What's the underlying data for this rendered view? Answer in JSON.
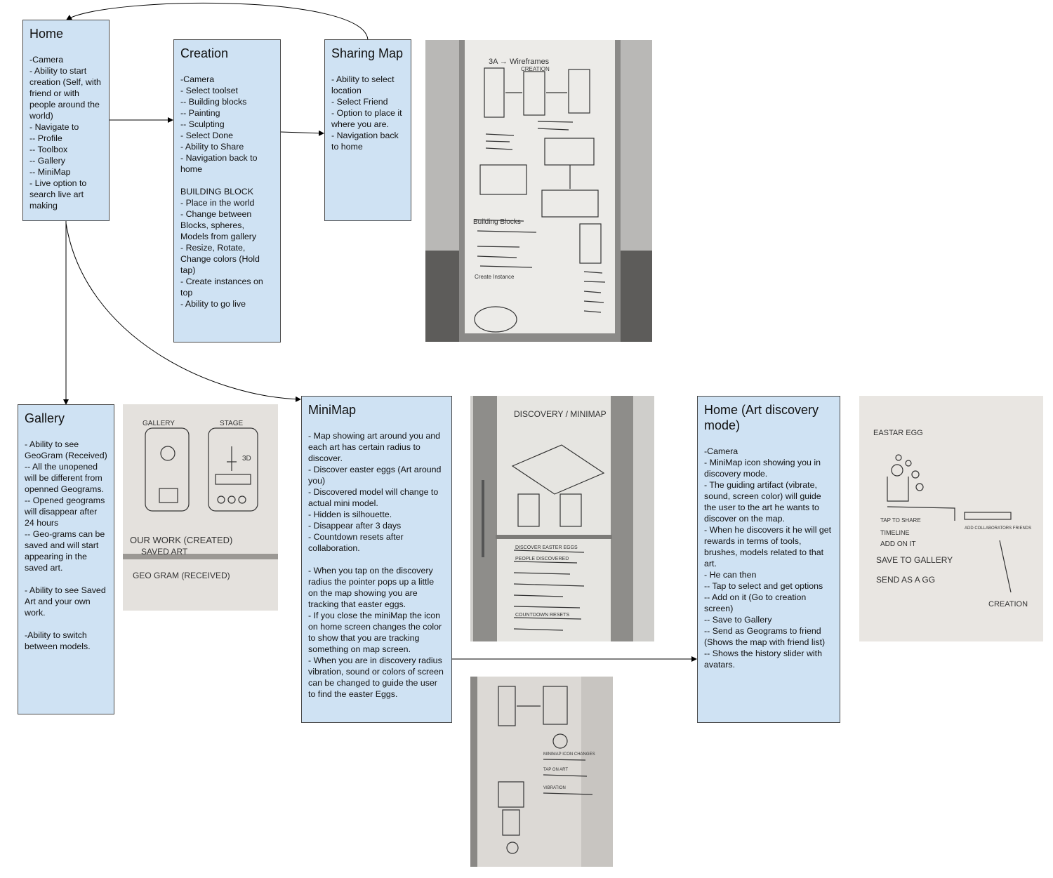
{
  "boxes": {
    "home": {
      "title": "Home",
      "body": "-Camera\n- Ability to start creation (Self, with friend or with people around the world)\n- Navigate to\n-- Profile\n-- Toolbox\n-- Gallery\n-- MiniMap\n- Live option to search live art making"
    },
    "creation": {
      "title": "Creation",
      "body": "-Camera\n- Select toolset\n-- Building blocks\n-- Painting\n-- Sculpting\n- Select Done\n- Ability to Share\n- Navigation back to home\n\nBUILDING BLOCK\n- Place in the world\n- Change between Blocks, spheres, Models from gallery\n- Resize, Rotate, Change colors (Hold tap)\n- Create instances on top\n- Ability to go live"
    },
    "sharing_map": {
      "title": "Sharing Map",
      "body": "- Ability to select location\n- Select Friend\n- Option to place it where you are.\n- Navigation back to home"
    },
    "gallery": {
      "title": "Gallery",
      "body": "- Ability to see GeoGram (Received)\n-- All the unopened will be different from openned Geograms.\n-- Opened geograms will disappear after 24 hours\n-- Geo-grams can be saved and will start appearing in the saved art.\n\n- Ability to see Saved Art and your own work.\n\n-Ability to switch between models."
    },
    "minimap": {
      "title": "MiniMap",
      "body": "- Map showing art around you and each art has certain radius to discover.\n- Discover easter eggs (Art around you)\n- Discovered model will change to actual mini model.\n- Hidden is silhouette.\n- Disappear after 3 days\n- Countdown resets after collaboration.\n\n- When you tap on the discovery radius the pointer pops up a little on the map showing you are tracking that easter eggs.\n- If you close the miniMap the icon on home screen changes the color to show that you are tracking something on map screen.\n- When you are in discovery radius vibration, sound or colors of screen can be changed to guide the user to find the easter Eggs."
    },
    "home_discovery": {
      "title": "Home (Art discovery mode)",
      "body": "-Camera\n- MiniMap icon showing you in discovery mode.\n- The guiding artifact (vibrate, sound, screen color) will guide the user to the art he wants to discover on the map.\n- When he discovers it he will get rewards in terms of tools, brushes, models related to that art.\n- He can then\n-- Tap to select and get options\n-- Add on it (Go to creation screen)\n-- Save to Gallery\n-- Send as Geograms to friend (Shows the map with friend list)\n-- Shows the history slider with avatars."
    }
  },
  "photos": {
    "wireframes": {
      "header": "3A → Wireframes",
      "sub": "CREATION",
      "mid": "Building Blocks",
      "foot": "Create Instance"
    },
    "gallery_sketch": {
      "header": "GALLERY",
      "header2": "STAGE",
      "label_3d": "3D",
      "line1": "OUR WORK (CREATED)",
      "line2": "SAVED ART",
      "line3": "GEO GRAM (RECEIVED)"
    },
    "discovery": {
      "header": "DISCOVERY / MINIMAP",
      "note1": "DISCOVER EASTER EGGS",
      "note2": "PEOPLE DISCOVERED",
      "note3": "COUNTDOWN RESETS"
    },
    "easter_egg": {
      "header": "EASTAR EGG",
      "l1": "TAP TO SHARE",
      "l2": "TIMELINE",
      "l3": "ADD ON IT",
      "l4": "SAVE TO GALLERY",
      "l5": "SEND AS A GG",
      "right": "ADD COLLABORATORS FRIENDS",
      "creation": "CREATION"
    },
    "minimap_icon": {
      "n1": "MINIMAP ICON CHANGES",
      "n2": "TAP ON ART",
      "n3": "VIBRATION"
    }
  },
  "colors": {
    "box_fill": "#cfe2f3",
    "box_border": "#4a4a4a",
    "connector": "#000000",
    "marker": "#222222"
  }
}
